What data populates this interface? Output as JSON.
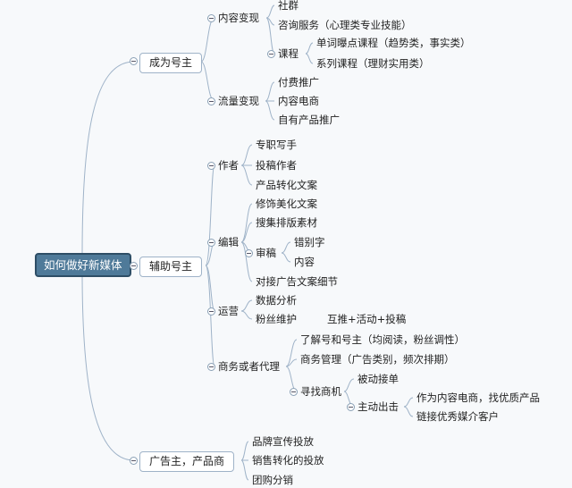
{
  "mindmap": {
    "root": "如何做好新媒体",
    "branches": [
      {
        "label": "成为号主",
        "children": [
          {
            "label": "内容变现",
            "children": [
              {
                "label": "社群"
              },
              {
                "label": "咨询服务（心理类专业技能）"
              },
              {
                "label": "课程",
                "children": [
                  {
                    "label": "单词曝点课程（趋势类，事实类）"
                  },
                  {
                    "label": "系列课程（理财实用类）"
                  }
                ]
              }
            ]
          },
          {
            "label": "流量变现",
            "children": [
              {
                "label": "付费推广"
              },
              {
                "label": "内容电商"
              },
              {
                "label": "自有产品推广"
              }
            ]
          }
        ]
      },
      {
        "label": "辅助号主",
        "children": [
          {
            "label": "作者",
            "children": [
              {
                "label": "专职写手"
              },
              {
                "label": "投稿作者"
              },
              {
                "label": "产品转化文案"
              }
            ]
          },
          {
            "label": "编辑",
            "children": [
              {
                "label": "修饰美化文案"
              },
              {
                "label": "搜集排版素材"
              },
              {
                "label": "审稿",
                "children": [
                  {
                    "label": "错别字"
                  },
                  {
                    "label": "内容"
                  }
                ]
              },
              {
                "label": "对接广告文案细节"
              }
            ]
          },
          {
            "label": "运营",
            "children": [
              {
                "label": "数据分析"
              },
              {
                "label": "粉丝维护",
                "note": "互推+活动+投稿"
              }
            ]
          },
          {
            "label": "商务或者代理",
            "children": [
              {
                "label": "了解号和号主（均阅读，粉丝调性）"
              },
              {
                "label": "商务管理（广告类别，频次排期）"
              },
              {
                "label": "寻找商机",
                "children": [
                  {
                    "label": "被动接单"
                  },
                  {
                    "label": "主动出击",
                    "children": [
                      {
                        "label": "作为内容电商，找优质产品"
                      },
                      {
                        "label": "链接优秀媒介客户"
                      }
                    ]
                  }
                ]
              }
            ]
          }
        ]
      },
      {
        "label": "广告主，产品商",
        "children": [
          {
            "label": "品牌宣传投放"
          },
          {
            "label": "销售转化的投放"
          },
          {
            "label": "团购分销"
          }
        ]
      }
    ]
  },
  "colors": {
    "connector": "#9fb3c8",
    "root_fill": "#4f7a99",
    "root_border": "#2e4e66"
  }
}
